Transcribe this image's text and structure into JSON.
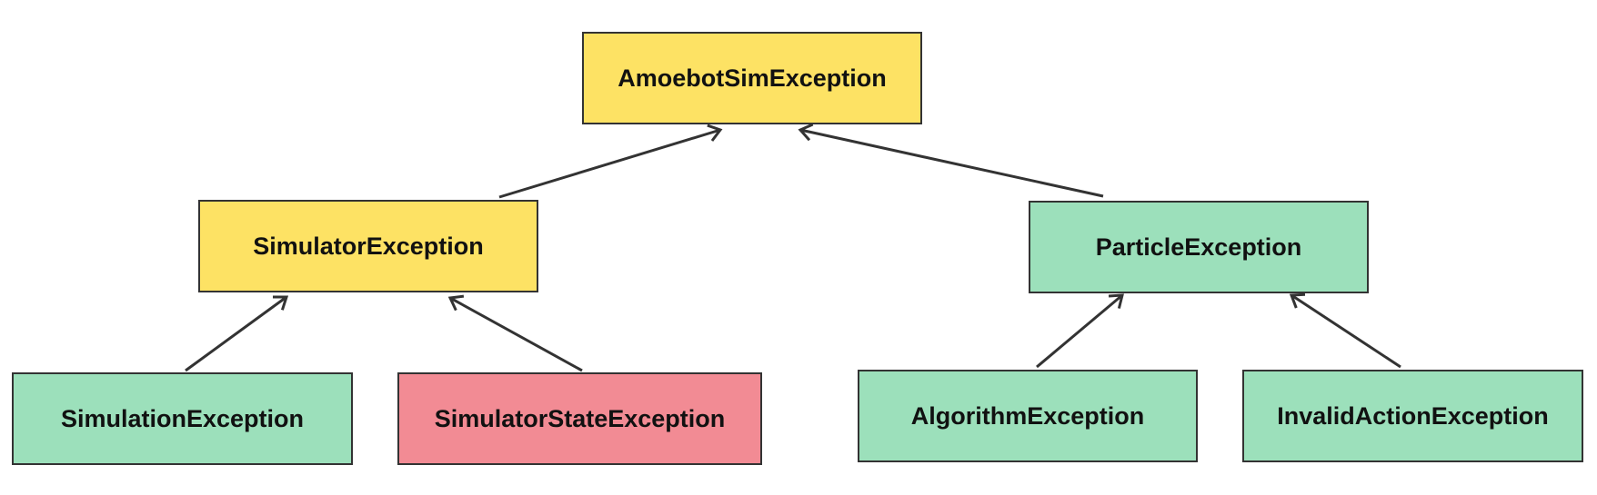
{
  "colors": {
    "yellow": "#fde264",
    "green": "#9ce0bb",
    "red": "#f28b94",
    "stroke": "#333333"
  },
  "nodes": [
    {
      "id": "amoebotsim",
      "label": "AmoebotSimException",
      "color": "yellow"
    },
    {
      "id": "simulator",
      "label": "SimulatorException",
      "color": "yellow"
    },
    {
      "id": "particle",
      "label": "ParticleException",
      "color": "green"
    },
    {
      "id": "simulation",
      "label": "SimulationException",
      "color": "green"
    },
    {
      "id": "simstate",
      "label": "SimulatorStateException",
      "color": "red"
    },
    {
      "id": "algorithm",
      "label": "AlgorithmException",
      "color": "green"
    },
    {
      "id": "invalidaction",
      "label": "InvalidActionException",
      "color": "green"
    }
  ],
  "edges": [
    {
      "from": "simulator",
      "to": "amoebotsim"
    },
    {
      "from": "particle",
      "to": "amoebotsim"
    },
    {
      "from": "simulation",
      "to": "simulator"
    },
    {
      "from": "simstate",
      "to": "simulator"
    },
    {
      "from": "algorithm",
      "to": "particle"
    },
    {
      "from": "invalidaction",
      "to": "particle"
    }
  ]
}
